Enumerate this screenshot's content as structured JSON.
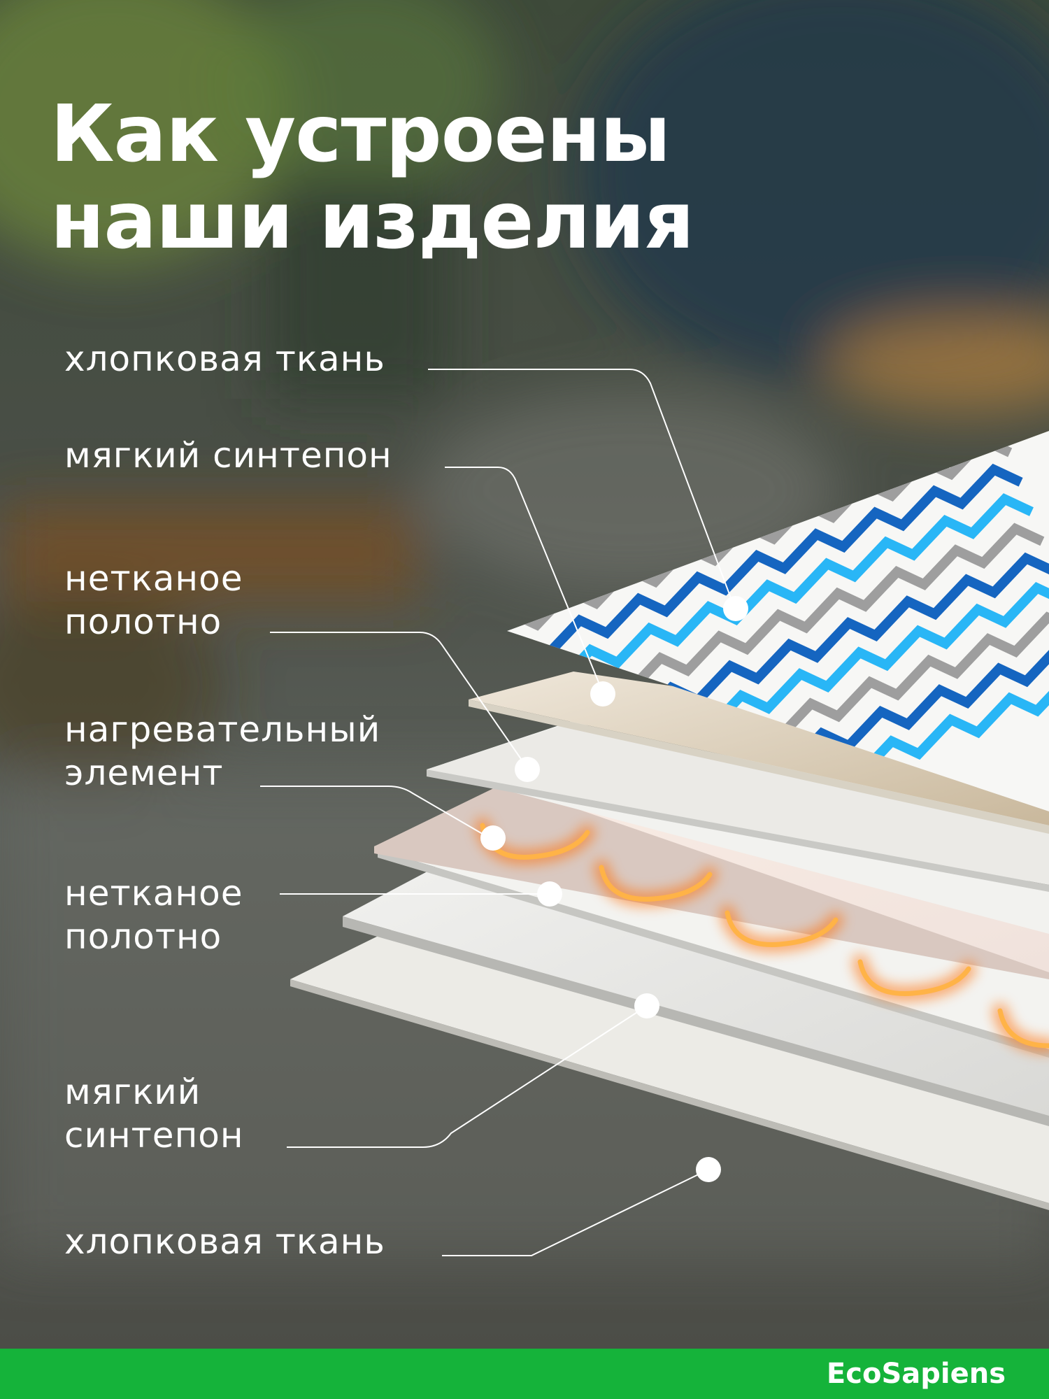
{
  "title": {
    "line1": "Как устроены",
    "line2": "наши изделия"
  },
  "layers": [
    {
      "lines": [
        "хлопковая ткань"
      ]
    },
    {
      "lines": [
        "мягкий синтепон"
      ]
    },
    {
      "lines": [
        "нетканое",
        "полотно"
      ]
    },
    {
      "lines": [
        "нагревательный",
        "элемент"
      ]
    },
    {
      "lines": [
        "нетканое",
        "полотно"
      ]
    },
    {
      "lines": [
        "мягкий",
        "синтепон"
      ]
    },
    {
      "lines": [
        "хлопковая ткань"
      ]
    }
  ],
  "footer": {
    "brand": "EcoSapiens",
    "color": "#15b33a"
  },
  "colors": {
    "zigzag_blue": "#1565c0",
    "zigzag_cyan": "#29b6f6",
    "heat_wire": "#ff9a2e"
  }
}
